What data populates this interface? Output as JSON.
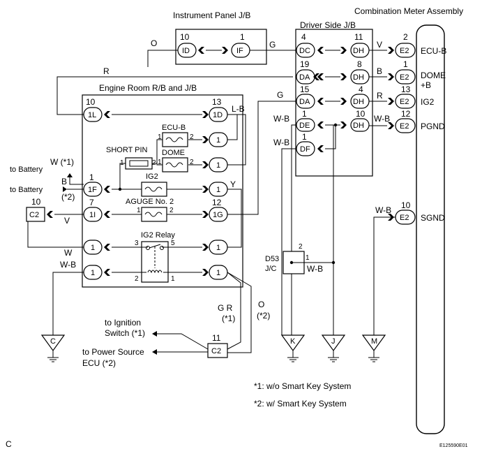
{
  "titles": {
    "meter": "Combination Meter Assembly",
    "ip_jb": "Instrument Panel J/B",
    "driver_jb": "Driver Side J/B",
    "engine_rb": "Engine Room R/B and J/B"
  },
  "ip": {
    "pin_id": "10",
    "id": "ID",
    "pin_if": "1",
    "if": "IF"
  },
  "drv": {
    "pin_dc": "4",
    "dc": "DC",
    "pin_dh1": "11",
    "dh1": "DH",
    "pin_da1": "19",
    "da1": "DA",
    "pin_dh2": "8",
    "dh2": "DH",
    "pin_da2": "15",
    "da2": "DA",
    "pin_dh3": "4",
    "dh3": "DH",
    "pin_de": "1",
    "de": "DE",
    "pin_dh4": "10",
    "dh4": "DH",
    "pin_df": "1",
    "df": "DF"
  },
  "meter": {
    "pin1": "2",
    "c1": "E2",
    "sig1": "ECU-B",
    "pin2": "1",
    "c2": "E2",
    "sig2a": "DOME",
    "sig2b": "+B",
    "pin3": "13",
    "c3": "E2",
    "sig3": "IG2",
    "pin4": "12",
    "c4": "E2",
    "sig4": "PGND",
    "pin5": "10",
    "c5": "E2",
    "sig5": "SGND"
  },
  "eng": {
    "pin_1l": "10",
    "c_1l": "1L",
    "pin_1d": "13",
    "c_1d": "1D",
    "fuse_ecub": "ECU-B",
    "fuse_dome": "DOME",
    "short_pin": "SHORT PIN",
    "fuse_ig2": "IG2",
    "fuse_gauge": "AGUGE No. 2",
    "pin_1f": "1",
    "c_1f": "1F",
    "pin_1i": "7",
    "c_1i": "1I",
    "pin_1g": "12",
    "c_1g": "1G",
    "relay": "IG2 Relay",
    "one": "1",
    "two": "2",
    "three": "3",
    "five": "5"
  },
  "wires": {
    "o": "O",
    "g": "G",
    "v": "V",
    "b": "B",
    "r": "R",
    "lb": "L-B",
    "wb": "W-B",
    "y": "Y",
    "w": "W",
    "w1": "W (*1)",
    "b2": "B",
    "b2b": "(*2)",
    "gr": "G  R",
    "gr1": "(*1)",
    "o2": "O",
    "o2b": "(*2)"
  },
  "ext": {
    "to_batt1": "to Battery",
    "to_batt2": "to Battery",
    "c2_pin": "10",
    "c2": "C2",
    "c2b_pin": "11",
    "c2b": "C2",
    "ign1": "to Ignition",
    "ign2": "Switch (*1)",
    "ps1": "to Power Source",
    "ps2": "ECU (*2)",
    "d53": "D53",
    "jc": "J/C",
    "d53_pin2": "2",
    "d53_pin1": "1",
    "gnd_c": "C",
    "gnd_k": "K",
    "gnd_j": "J",
    "gnd_m": "M"
  },
  "notes": {
    "n1": "*1: w/o Smart Key System",
    "n2": "*2: w/ Smart Key System",
    "corner": "C",
    "code": "E125590E01"
  }
}
